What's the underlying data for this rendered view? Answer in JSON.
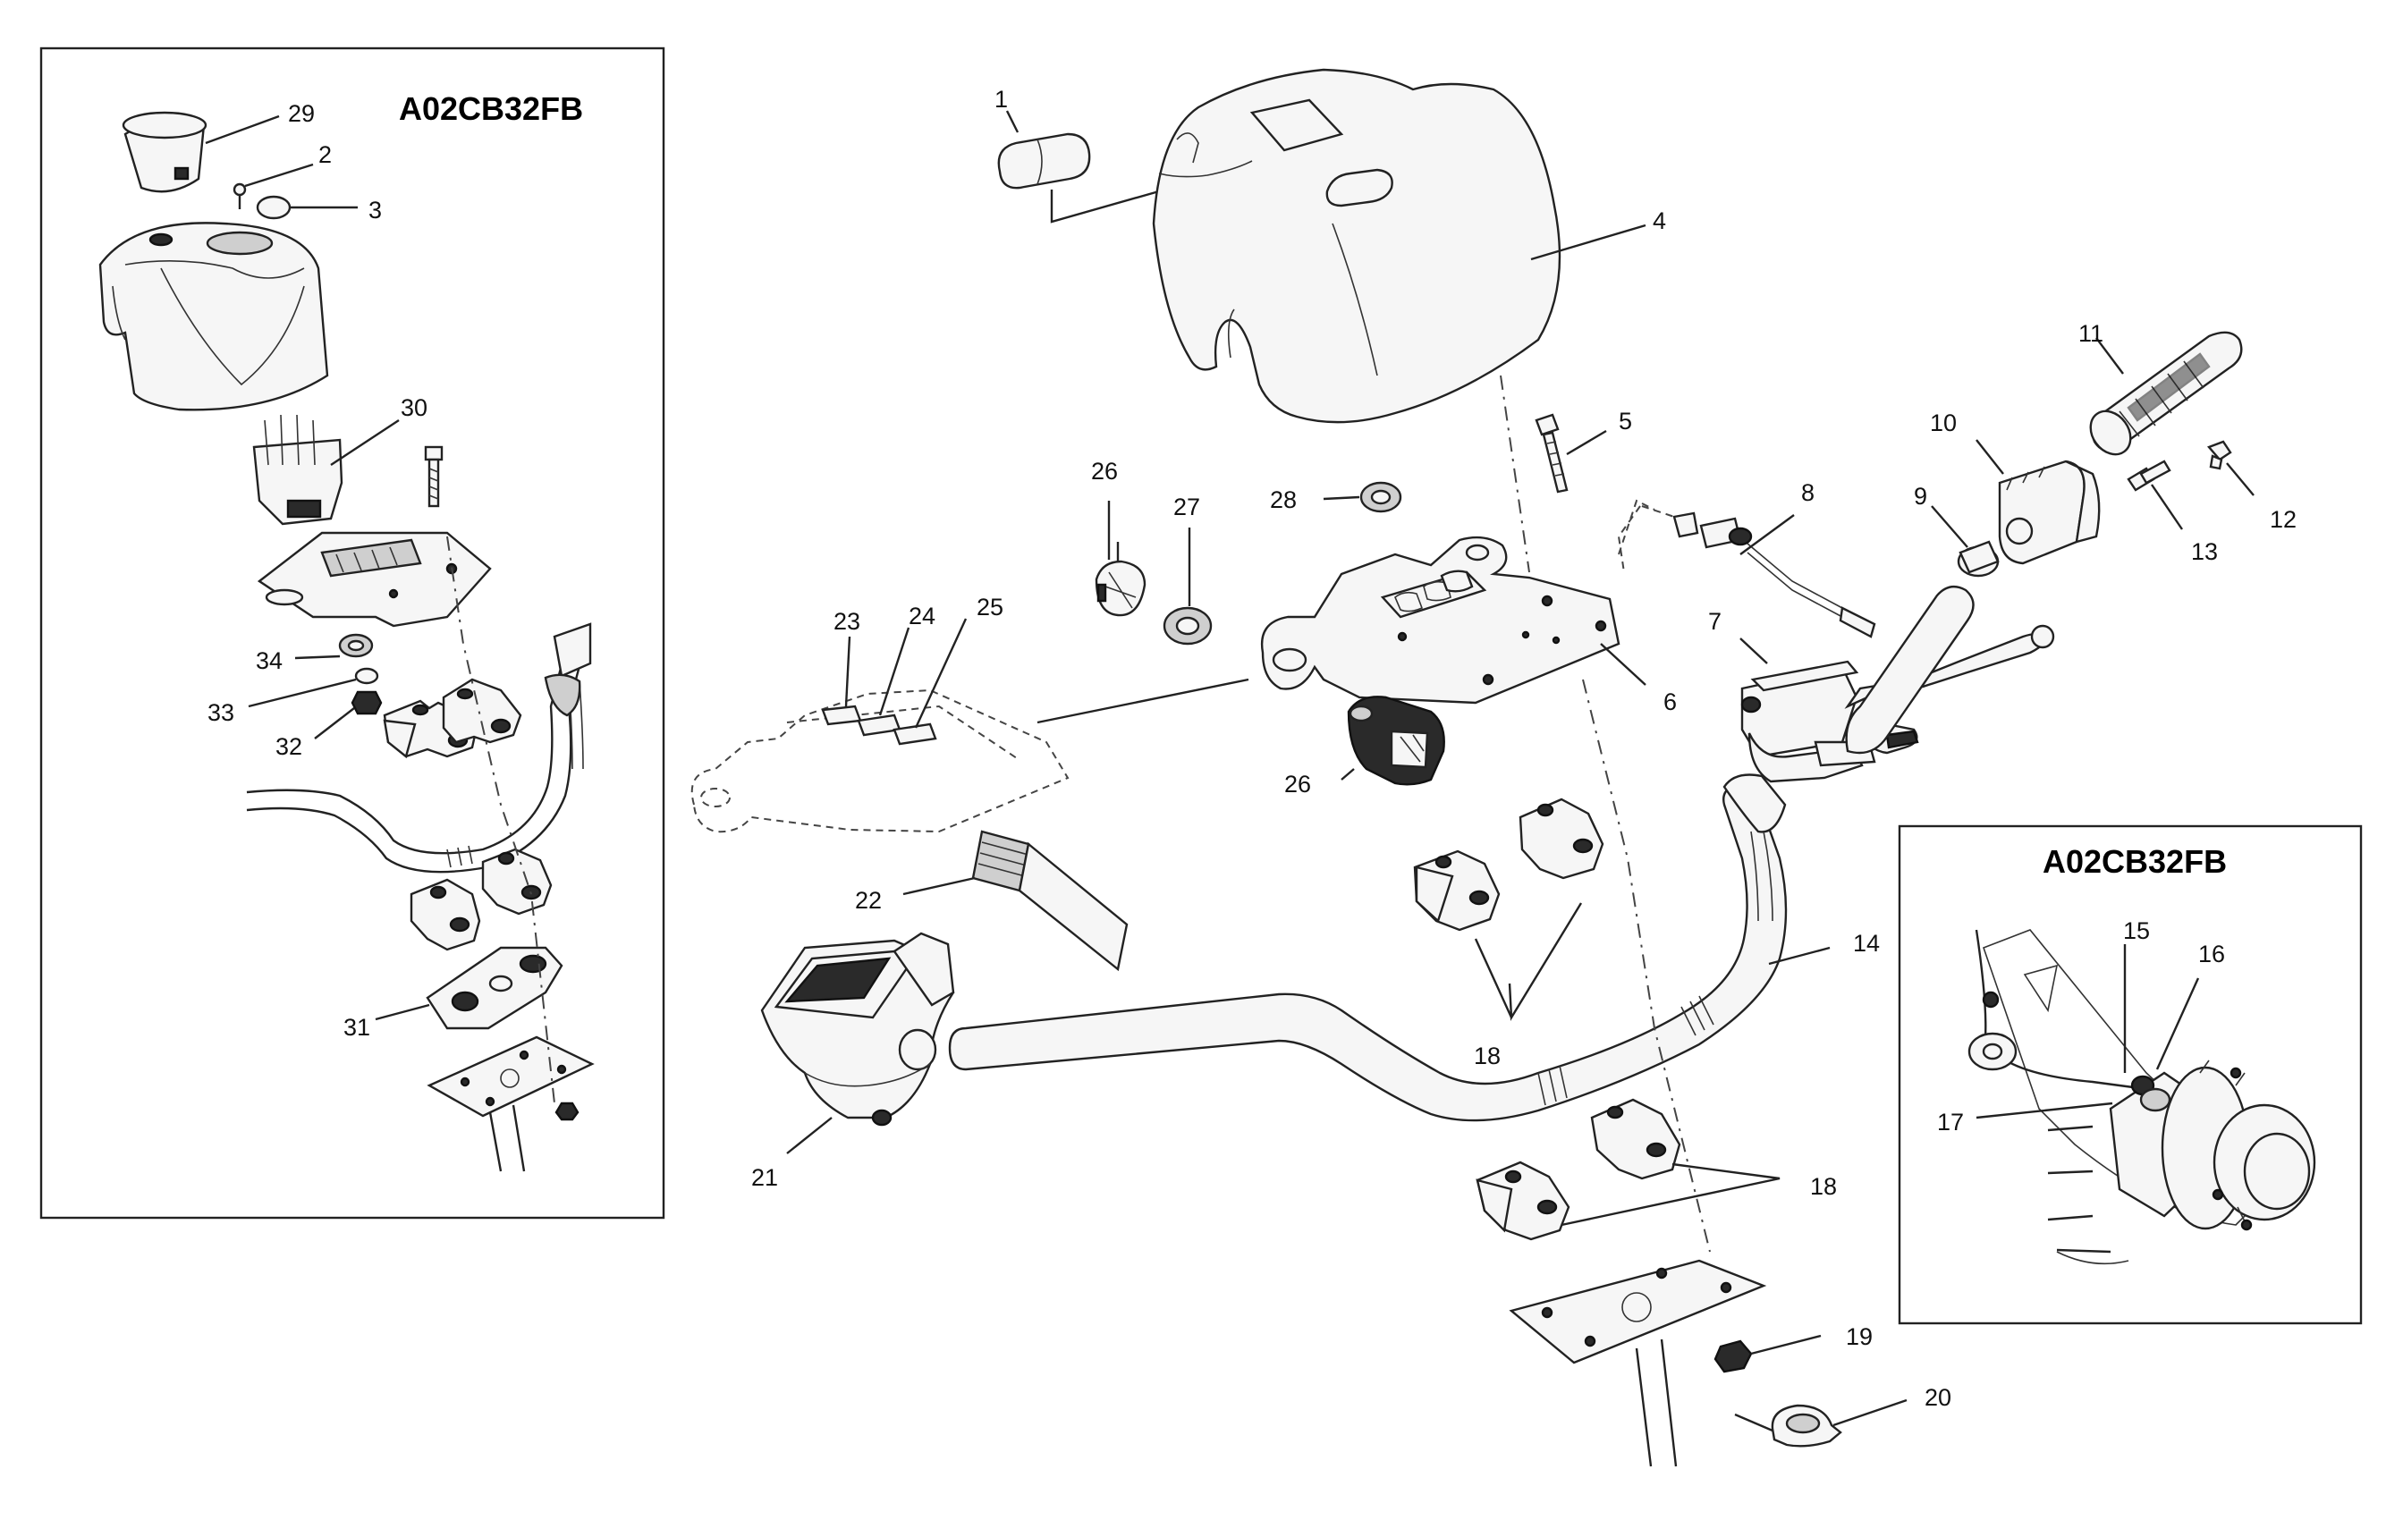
{
  "diagram_codes": {
    "left_inset": "A02CB32FB",
    "right_inset": "A02CB32FB"
  },
  "callouts": {
    "c1": "1",
    "c2": "2",
    "c3": "3",
    "c4": "4",
    "c5": "5",
    "c6": "6",
    "c7": "7",
    "c8": "8",
    "c9": "9",
    "c10": "10",
    "c11": "11",
    "c12": "12",
    "c13": "13",
    "c14": "14",
    "c15": "15",
    "c16": "16",
    "c17": "17",
    "c18a": "18",
    "c18b": "18",
    "c19": "19",
    "c20": "20",
    "c21": "21",
    "c22": "22",
    "c23": "23",
    "c24": "24",
    "c25": "25",
    "c26a": "26",
    "c26b": "26",
    "c27": "27",
    "c28": "28",
    "c29": "29",
    "c30": "30",
    "c31": "31",
    "c32": "32",
    "c33": "33",
    "c34": "34",
    "l2": "2",
    "l3": "3"
  }
}
